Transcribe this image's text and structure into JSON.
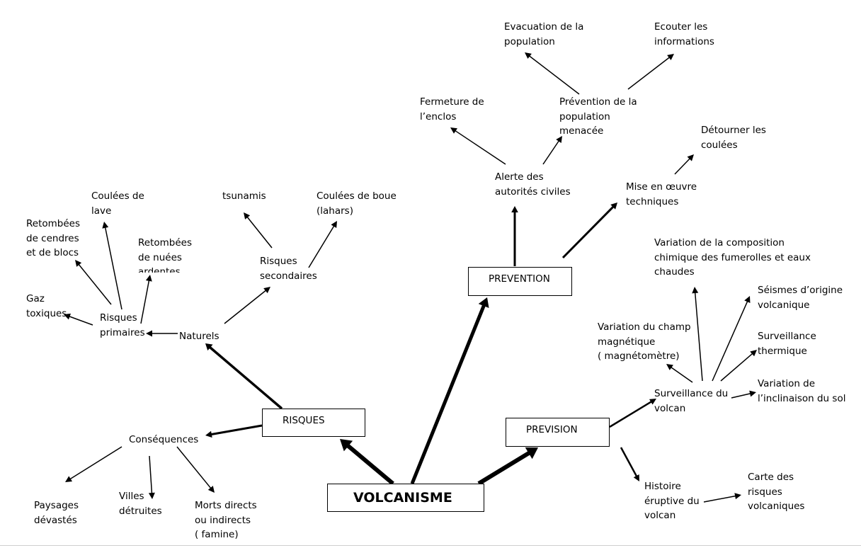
{
  "diagram": {
    "center": "VOLCANISME",
    "risques": {
      "label": "RISQUES",
      "naturels": "Naturels",
      "risques_primaires": "Risques\nprimaires",
      "coulees_lave": "Coulées de\nlave",
      "retombees_cendres": "Retombées\nde cendres\net de blocs",
      "retombees_nuees": "Retombées\nde nuées\nardentes",
      "gaz_toxiques": "Gaz\ntoxiques",
      "risques_secondaires": "Risques\nsecondaires",
      "tsunamis": "tsunamis",
      "coulees_boue": "Coulées de boue\n(lahars)",
      "consequences": "Conséquences",
      "paysages": "Paysages\ndévastés",
      "villes": "Villes\ndétruites",
      "morts": "Morts directs\nou indirects\n ( famine)"
    },
    "prevention": {
      "label": "PREVENTION",
      "alerte": "Alerte des\nautorités civiles",
      "fermeture": "Fermeture de\nl’enclos",
      "prevention_pop": "Prévention de la\npopulation\nmenacée",
      "evacuation": "Evacuation de la\npopulation",
      "ecouter": "Ecouter les\ninformations",
      "mise_en_oeuvre": "Mise en œuvre\ntechniques",
      "detourner": "Détourner les\ncoulées"
    },
    "prevision": {
      "label": "PREVISION",
      "surveillance": "Surveillance du\nvolcan",
      "variation_compo": "Variation de la composition\nchimique des fumerolles et eaux\nchaudes",
      "seismes": "Séismes d’origine\nvolcanique",
      "surveillance_therm": "Surveillance\nthermique",
      "inclinaison": "Variation de\nl’inclinaison du sol",
      "champ_magn": "Variation du champ\nmagnétique\n ( magnétomètre)",
      "histoire": "Histoire\néruptive du\nvolcan",
      "carte": "  Carte des\nrisques\nvolcaniques"
    }
  }
}
